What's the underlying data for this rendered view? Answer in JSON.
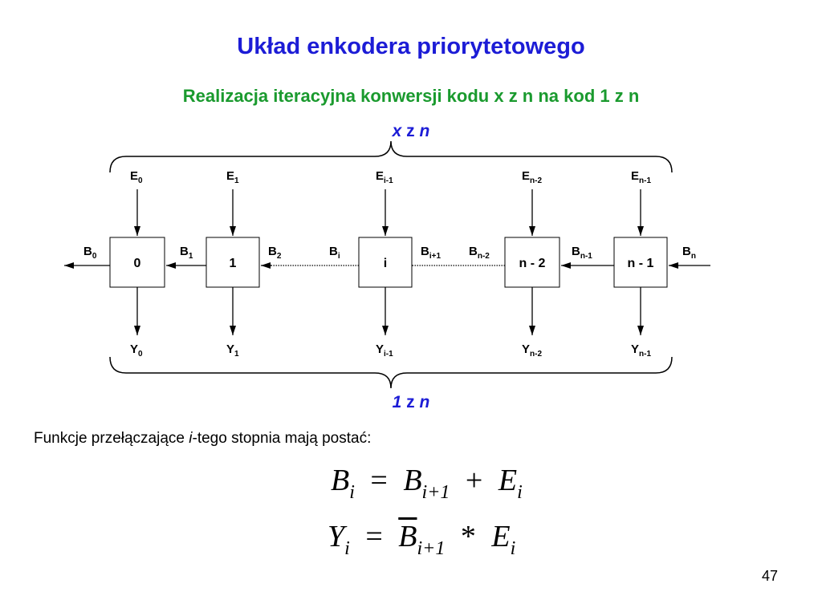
{
  "title": "Układ enkodera priorytetowego",
  "subtitle": "Realizacja iteracyjna konwersji kodu x z n na kod 1 z n",
  "top_group": {
    "a": "x",
    "b": "z",
    "c": "n"
  },
  "bottom_group": {
    "a": "1",
    "b": "z",
    "c": "n"
  },
  "blocks": [
    {
      "label": "0",
      "input_main": "E",
      "input_sub": "0",
      "output_main": "Y",
      "output_sub": "0",
      "b_main": "B",
      "b_sub": "1"
    },
    {
      "label": "1",
      "input_main": "E",
      "input_sub": "1",
      "output_main": "Y",
      "output_sub": "1",
      "b_main": "B",
      "b_sub": "2"
    },
    {
      "label": "i",
      "input_main": "E",
      "input_sub": "i-1",
      "output_main": "Y",
      "output_sub": "i-1",
      "b_main": "B",
      "b_sub": "i+1"
    },
    {
      "label": "n - 2",
      "input_main": "E",
      "input_sub": "n-2",
      "output_main": "Y",
      "output_sub": "n-2",
      "b_main": "B",
      "b_sub": "n-1"
    },
    {
      "label": "n - 1",
      "input_main": "E",
      "input_sub": "n-1",
      "output_main": "Y",
      "output_sub": "n-1",
      "b_main": "B",
      "b_sub": "n"
    }
  ],
  "left_b": {
    "main": "B",
    "sub": "0"
  },
  "gap_labels": [
    {
      "main": "B",
      "sub": "i"
    },
    {
      "main": "B",
      "sub": "n-2"
    }
  ],
  "intro": {
    "before": "Funkcje przełączające ",
    "italic": "i",
    "after": "-tego stopnia mają postać:"
  },
  "formula1": {
    "lhs": "B",
    "lhs_sub": "i",
    "eq": "=",
    "t1": "B",
    "t1_sub": "i+1",
    "op": "+",
    "t2": "E",
    "t2_sub": "i"
  },
  "formula2": {
    "lhs": "Y",
    "lhs_sub": "i",
    "eq": "=",
    "t1": "B",
    "t1_sub": "i+1",
    "op": "*",
    "t2": "E",
    "t2_sub": "i"
  },
  "page_number": "47",
  "colors": {
    "title": "#1c1cd6",
    "subtitle": "#1a9a2e",
    "group_label": "#1c1cd6",
    "diagram": "#000000"
  }
}
